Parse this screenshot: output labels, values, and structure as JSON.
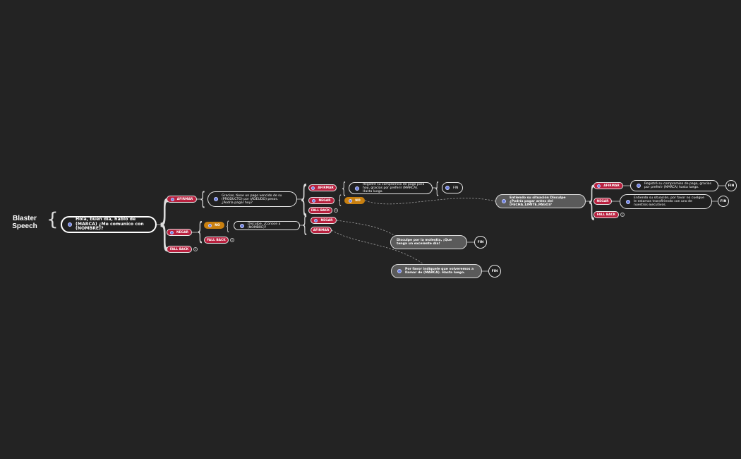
{
  "root": {
    "line1": "Blaster",
    "line2": "Speech"
  },
  "nodes": {
    "greeting": "Hola, buen día, hablo de (MARCA) ¿Me comunico con (NOMBRE)?",
    "deuda": "Gracias, tiene un pago vencido de su (PRODUCTO) por (ADEUDO) pesos. ¿Podría pagar hoy?",
    "compromiso_hoy": "Registré su compromiso de pago para hoy, gracias por preferir (MARCA). Hasta luego.",
    "conoce": "Disculpe, ¿Conoce a (NOMBRE)?",
    "entiendo": "Entiendo su situación Disculpe ¿Podría pagar antes del (FECHA_LIMITE_PAGO)?",
    "compromiso_fecha": "Registré su compromiso de pago, gracias por preferir (MARCA) hasta luego.",
    "entiendo_ejecutivo": "Entiendo su situación, por favor no cuelgue le estamos transfiriendo con uno de nuestros ejecutivos.",
    "molestia": "Disculpe por la molestia, ¡Que tenga un excelente día!",
    "volveremos": "Por favor indíquele que volveremos a llamar de (MARCA). Hasta luego."
  },
  "labels": {
    "afirmar": "AFIRMAR",
    "negar": "NEGAR",
    "no": "NO",
    "fallback": "FALL BACK",
    "fin": "FIN"
  },
  "counts": {
    "fallback": "1"
  },
  "colors": {
    "background": "#232323",
    "afirmar_pill": "#b8213f",
    "no_pill": "#c98010",
    "dot": "#6b7fe0",
    "grey_node": "#5a5a5a"
  }
}
